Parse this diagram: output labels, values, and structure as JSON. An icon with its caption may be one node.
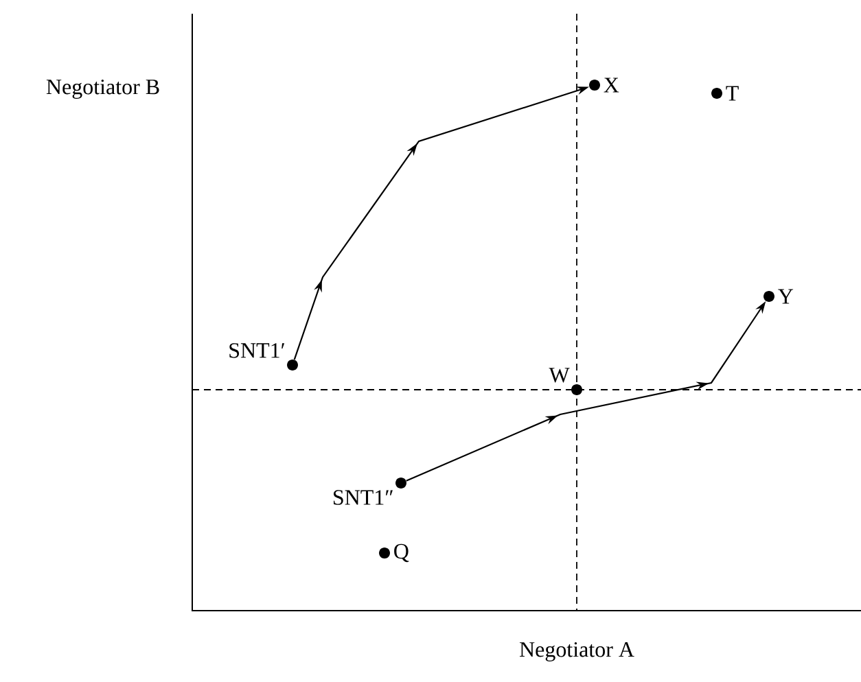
{
  "diagram": {
    "nodes": [
      {
        "text": [
          "SNT1′"
        ]
      },
      {
        "text": [
          "X"
        ]
      },
      {
        "text": [
          "T"
        ]
      },
      {
        "text": [
          "Y"
        ]
      },
      {
        "text": [
          "W"
        ]
      },
      {
        "text": [
          "SNT1″"
        ]
      },
      {
        "text": [
          "Q"
        ]
      }
    ],
    "edges": [
      {
        "from": 0,
        "to": 1,
        "arrow": "to"
      },
      {
        "from": 5,
        "to": 3,
        "arrow": "to"
      }
    ],
    "labels": [
      "Negotiator B",
      "Negotiator A"
    ]
  }
}
